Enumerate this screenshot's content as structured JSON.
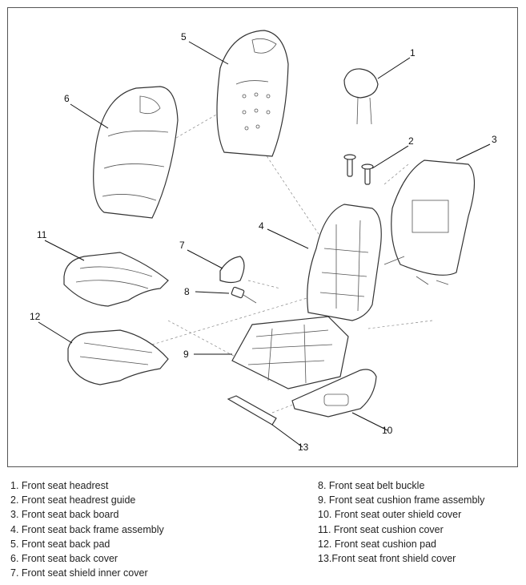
{
  "callouts": [
    "1",
    "2",
    "3",
    "4",
    "5",
    "6",
    "7",
    "8",
    "9",
    "10",
    "11",
    "12",
    "13"
  ],
  "legend": {
    "left": [
      "1. Front seat headrest",
      "2. Front seat headrest guide",
      "3. Front seat back board",
      "4. Front seat back frame assembly",
      "5. Front seat back pad",
      "6. Front seat back cover",
      "7. Front seat shield inner cover"
    ],
    "right": [
      "8. Front seat belt buckle",
      "9. Front seat cushion frame assembly",
      "10. Front seat outer shield cover",
      "11. Front seat cushion cover",
      "12. Front seat cushion pad",
      "13.Front seat front shield cover"
    ]
  }
}
